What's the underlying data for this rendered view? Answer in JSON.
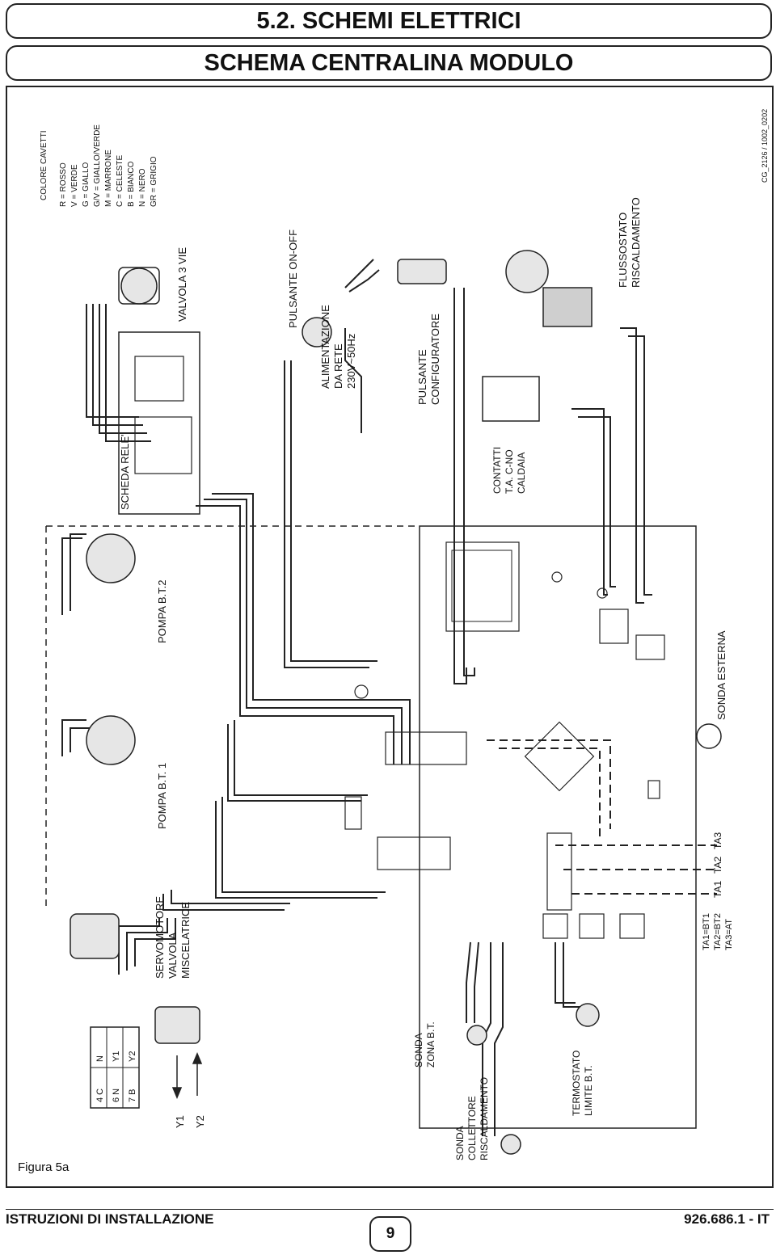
{
  "header": {
    "section": "5.2. SCHEMI ELETTRICI",
    "title": "SCHEMA CENTRALINA MODULO"
  },
  "drawing_code": "CG_2126 / 1002_0202",
  "legend": {
    "title": "COLORE CAVETTI",
    "items": [
      "R = ROSSO",
      "V = VERDE",
      "G = GIALLO",
      "G/V = GIALLO/VERDE",
      "M = MARRONE",
      "C = CELESTE",
      "B = BIANCO",
      "N = NERO",
      "GR = GRIGIO"
    ]
  },
  "labels": {
    "valvola": "VALVOLA 3 VIE",
    "pulsante_onoff": "PULSANTE ON-OFF",
    "alimentazione": [
      "ALIMENTAZIONE",
      "DA RETE",
      "230V~50Hz"
    ],
    "pulsante_conf": [
      "PULSANTE",
      "CONFIGURATORE"
    ],
    "flussostato": [
      "FLUSSOSTATO",
      "RISCALDAMENTO"
    ],
    "scheda_rele": "SCHEDA RELE'",
    "contatti": [
      "CONTATTI",
      "T.A. C-NO",
      "CALDAIA"
    ],
    "pompa2": "POMPA B.T.2",
    "pompa1": "POMPA B.T. 1",
    "sonda_esterna": "SONDA ESTERNA",
    "servomotore": [
      "SERVOMOTORE",
      "VALVOLA",
      "MISCELATRICE"
    ],
    "sonda_zona": [
      "SONDA",
      "ZONA B.T."
    ],
    "sonda_collettore": [
      "SONDA",
      "COLLETTORE",
      "RISCALDAMENTO"
    ],
    "termostato": [
      "TERMOSTATO",
      "LIMITE B.T."
    ],
    "ta_map": [
      "TA1=BT1",
      "TA2=BT2",
      "TA3=AT"
    ],
    "ta_terms": [
      "TA1",
      "TA2",
      "TA3"
    ],
    "y1": "Y1",
    "y2": "Y2",
    "table": [
      [
        "4 C",
        "N"
      ],
      [
        "6 N",
        "Y1"
      ],
      [
        "7 B",
        "Y2"
      ]
    ]
  },
  "figure_label": "Figura 5a",
  "footer": {
    "left": "ISTRUZIONI DI INSTALLAZIONE",
    "page": "9",
    "right": "926.686.1 - IT"
  }
}
